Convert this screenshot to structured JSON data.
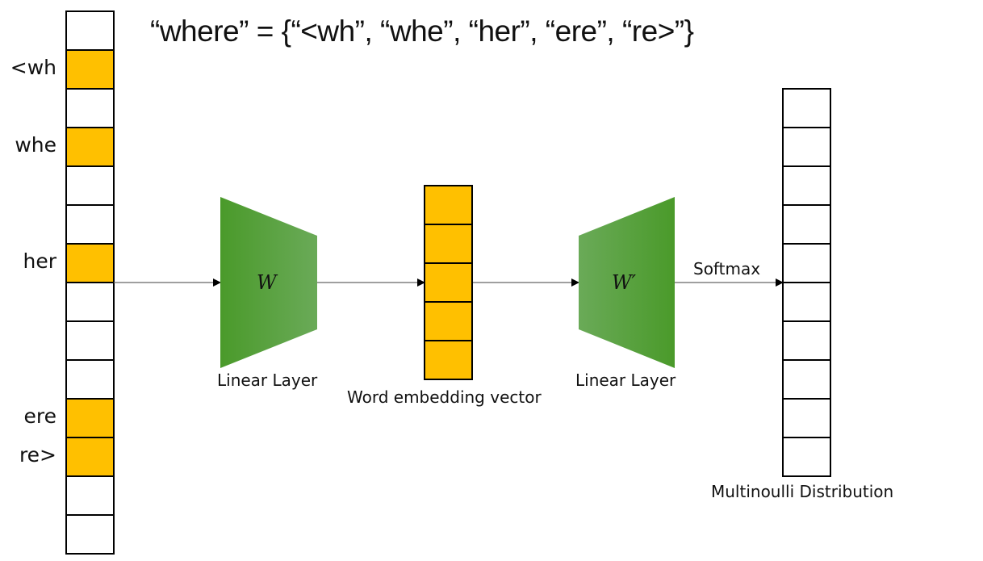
{
  "title": "“where” = {“<wh”, “whe”, “her”, “ere”, “re>”}",
  "input_vector": {
    "cells": [
      {
        "label": "",
        "active": false
      },
      {
        "label": "<wh",
        "active": true
      },
      {
        "label": "",
        "active": false
      },
      {
        "label": "whe",
        "active": true
      },
      {
        "label": "",
        "active": false
      },
      {
        "label": "",
        "active": false
      },
      {
        "label": "her",
        "active": true
      },
      {
        "label": "",
        "active": false
      },
      {
        "label": "",
        "active": false
      },
      {
        "label": "",
        "active": false
      },
      {
        "label": "ere",
        "active": true
      },
      {
        "label": "re>",
        "active": true
      },
      {
        "label": "",
        "active": false
      },
      {
        "label": "",
        "active": false
      }
    ]
  },
  "layer1": {
    "symbol": "W",
    "caption": "Linear Layer"
  },
  "embedding": {
    "cell_count": 5,
    "caption": "Word embedding vector"
  },
  "layer2": {
    "symbol": "W′",
    "caption": "Linear Layer"
  },
  "softmax_label": "Softmax",
  "output": {
    "cell_count": 10,
    "caption": "Multinoulli Distribution"
  },
  "colors": {
    "active": "#FFC000",
    "green_dark": "#4A9A2A",
    "green_light": "#6AAA55",
    "arrow": "#666666"
  }
}
